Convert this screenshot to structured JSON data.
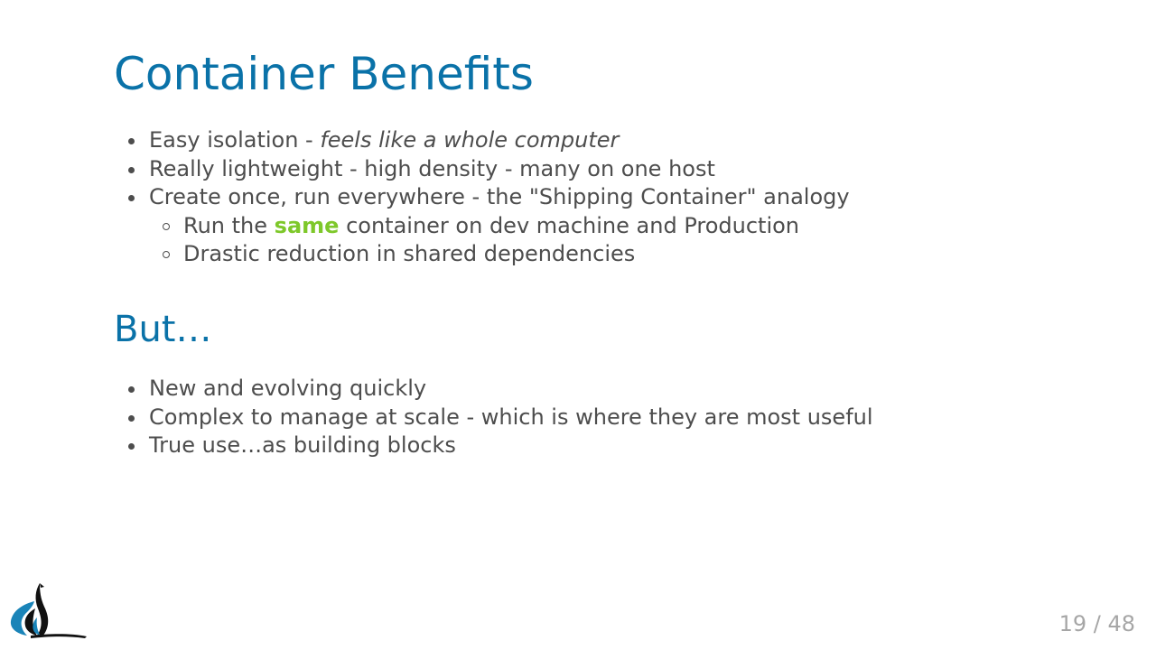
{
  "slide": {
    "title": "Container Benefits",
    "benefits": [
      {
        "pre": "Easy isolation - ",
        "emphasis": "feels like a whole computer"
      },
      {
        "text": "Really lightweight - high density - many on one host"
      },
      {
        "text": "Create once, run everywhere - the \"Shipping Container\" analogy"
      }
    ],
    "benefit_sub": [
      {
        "pre": "Run the ",
        "highlight": "same",
        "post": " container on dev machine and Production"
      },
      {
        "text": "Drastic reduction in shared dependencies"
      }
    ],
    "but_heading": "But…",
    "drawbacks": [
      "New and evolving quickly",
      "Complex to manage at scale - which is where they are most useful",
      "True use…as building blocks"
    ]
  },
  "footer": {
    "logo_icon": "bird-logo-icon",
    "page_number": "19 / 48"
  },
  "colors": {
    "heading": "#0a72a8",
    "body_text": "#4d4d4d",
    "highlight": "#7ec82a",
    "page_number": "#a6a6a6"
  }
}
